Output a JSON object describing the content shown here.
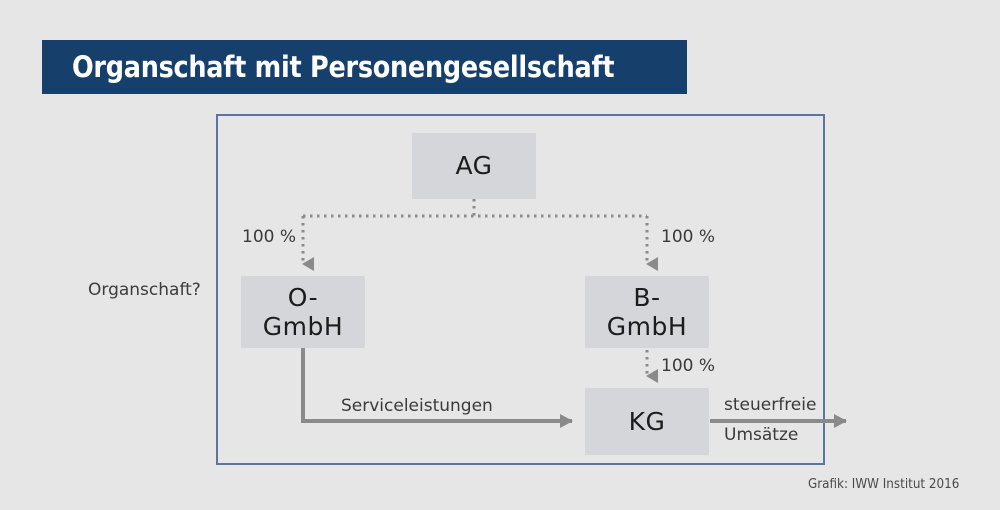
{
  "banner": {
    "title": "Organschaft mit Personengesellschaft",
    "background_color": "#16406b",
    "text_color": "#ffffff"
  },
  "frame": {
    "border_color": "#5c74a2"
  },
  "page": {
    "background_color": "#e6e6e6"
  },
  "diagram": {
    "node_fill_color": "#d4d6d9",
    "connector_color": "#8a8a8a",
    "nodes": [
      {
        "id": "ag",
        "label": "AG"
      },
      {
        "id": "ogmbh",
        "label_line1": "O-",
        "label_line2": "GmbH"
      },
      {
        "id": "bgmbh",
        "label_line1": "B-",
        "label_line2": "GmbH"
      },
      {
        "id": "kg",
        "label": "KG"
      }
    ],
    "edge_labels": {
      "ag_to_ogmbh": "100 %",
      "ag_to_bgmbh": "100 %",
      "bgmbh_to_kg": "100 %",
      "ogmbh_to_kg": "Serviceleistungen",
      "kg_output_line1": "steuerfreie",
      "kg_output_line2": "Umsätze"
    },
    "annotations": {
      "organschaft_question": "Organschaft?"
    }
  },
  "credit": {
    "text": "Grafik: IWW Institut 2016"
  }
}
